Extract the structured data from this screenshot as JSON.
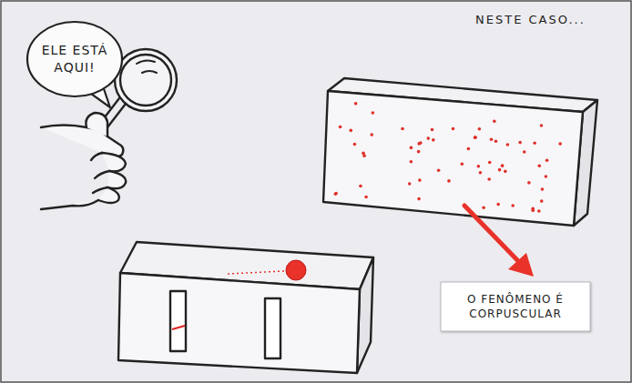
{
  "diagram": {
    "nodes": [
      {
        "text": [
          "ELE ESTÁ AQUI!"
        ]
      },
      {
        "text": [
          "O FENÔMENO É CORPUSCULAR"
        ]
      }
    ],
    "labels": [
      "NESTE CASO..."
    ]
  }
}
